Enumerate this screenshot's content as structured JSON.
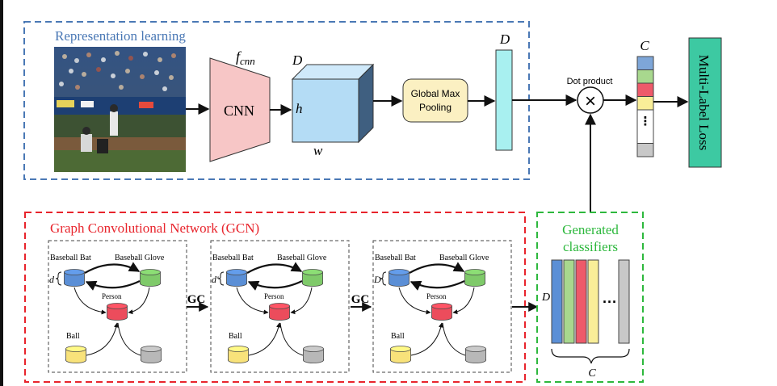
{
  "representation": {
    "title": "Representation learning",
    "title_color": "#4a78b5",
    "border_color": "#4a78b5",
    "image_alt": "baseball game photo"
  },
  "cnn": {
    "label": "CNN",
    "func_label": "f",
    "func_sub": "cnn",
    "fill": "#f7c6c6"
  },
  "cube": {
    "depth_label": "D",
    "height_label": "h",
    "width_label": "w",
    "front_fill": "#b4dcf5",
    "top_fill": "#cfe9fa",
    "side_fill": "#3f5f80"
  },
  "pooling": {
    "line1": "Global Max",
    "line2": "Pooling",
    "fill": "#fbf0c2"
  },
  "feature_vector": {
    "label": "D",
    "fill": "#a8f0f0"
  },
  "dot_product": {
    "label": "Dot product",
    "symbol": "×"
  },
  "output_vector": {
    "label": "C",
    "dots": "⋮",
    "colors": [
      "#7ea6d8",
      "#a8d88e",
      "#ee5a6a",
      "#f9ee98",
      "#ffffff",
      "#c8c8c8"
    ]
  },
  "loss": {
    "label": "Multi-Label Loss",
    "fill": "#3dc9a2"
  },
  "gcn": {
    "title": "Graph Convolutional Network (GCN)",
    "title_color": "#e8242c",
    "border_color": "#e8242c",
    "gc_label": "GC",
    "graphs": [
      {
        "dim_label": "d",
        "bat": "Baseball Bat",
        "glove": "Baseball Glove",
        "person": "Person",
        "ball": "Ball"
      },
      {
        "dim_label": "d'",
        "bat": "Baseball Bat",
        "glove": "Baseball Glove",
        "person": "Person",
        "ball": "Ball"
      },
      {
        "dim_label": "D",
        "bat": "Baseball Bat",
        "glove": "Baseball Glove",
        "person": "Person",
        "ball": "Ball"
      }
    ],
    "node_colors": {
      "bat": "#5b8fd6",
      "glove": "#7fca6a",
      "person": "#ec4c5c",
      "ball": "#f8e27a",
      "other": "#b8b8b8"
    }
  },
  "classifiers": {
    "line1": "Generated",
    "line2": "classifiers",
    "title_color": "#2db83d",
    "border_color": "#2db83d",
    "dim_label": "D",
    "count_label": "C",
    "dots": "···",
    "colors": [
      "#5b8fd6",
      "#a8d88e",
      "#ee5a6a",
      "#f9ee98",
      "#c8c8c8"
    ]
  }
}
